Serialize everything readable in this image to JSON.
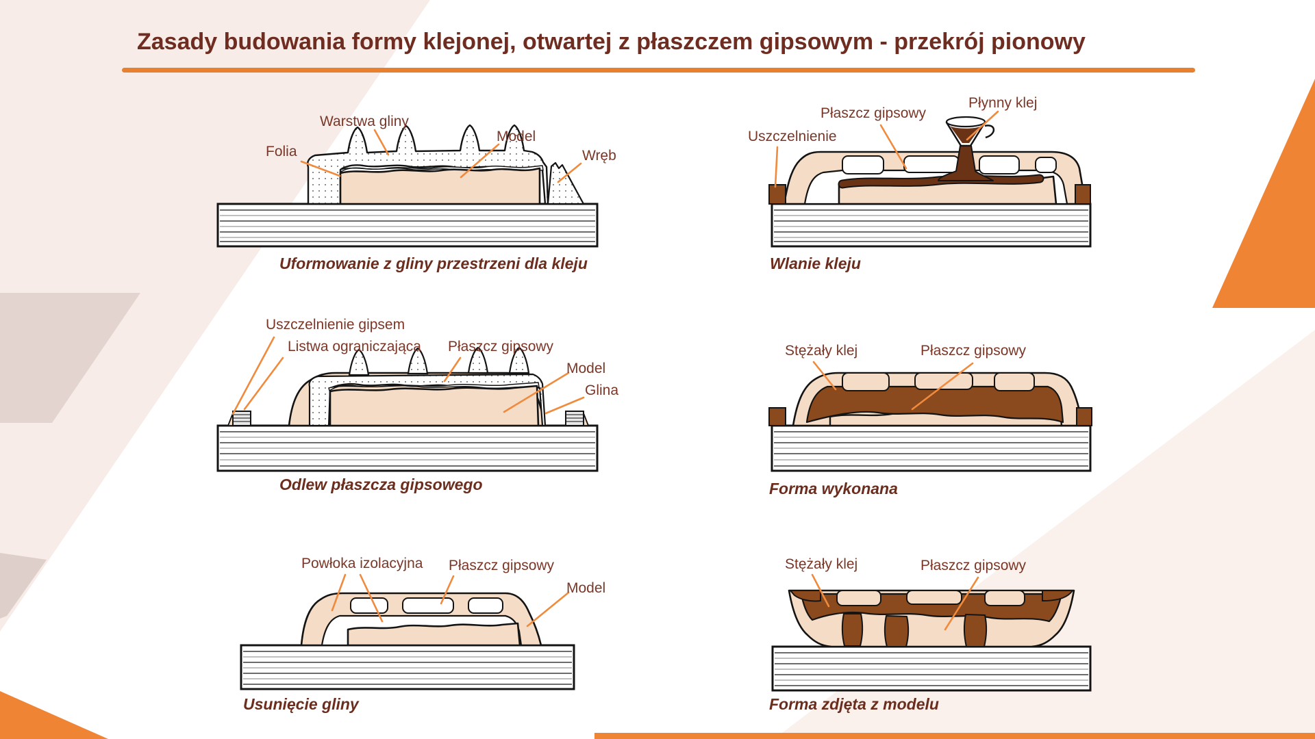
{
  "title": "Zasady budowania formy klejonej, otwartej z płaszczem gipsowym - przekrój pionowy",
  "colors": {
    "accent_orange": "#ED7D31",
    "leader_orange": "#F08A3D",
    "title_text": "#6E2D20",
    "label_text": "#7A3728",
    "caption_text": "#6B2D1E",
    "plaster_tan": "#F5DCC6",
    "glue_liquid": "#6B3316",
    "glue_set": "#8A4A1E",
    "bg_pink": "#F7ECE8",
    "bg_mauve": "#E3D4D0"
  },
  "panels": [
    {
      "caption": "Uformowanie z gliny przestrzeni dla kleju",
      "labels": [
        "Folia",
        "Warstwa gliny",
        "Model",
        "Wręb"
      ]
    },
    {
      "caption": "Wlanie kleju",
      "labels": [
        "Uszczelnienie",
        "Płaszcz gipsowy",
        "Płynny klej"
      ]
    },
    {
      "caption": "Odlew płaszcza gipsowego",
      "labels": [
        "Uszczelnienie gipsem",
        "Listwa ograniczająca",
        "Płaszcz gipsowy",
        "Model",
        "Glina"
      ]
    },
    {
      "caption": "Forma wykonana",
      "labels": [
        "Stężały klej",
        "Płaszcz gipsowy"
      ]
    },
    {
      "caption": "Usunięcie gliny",
      "labels": [
        "Powłoka izolacyjna",
        "Płaszcz gipsowy",
        "Model"
      ]
    },
    {
      "caption": "Forma zdjęta z modelu",
      "labels": [
        "Stężały klej",
        "Płaszcz gipsowy"
      ]
    }
  ]
}
